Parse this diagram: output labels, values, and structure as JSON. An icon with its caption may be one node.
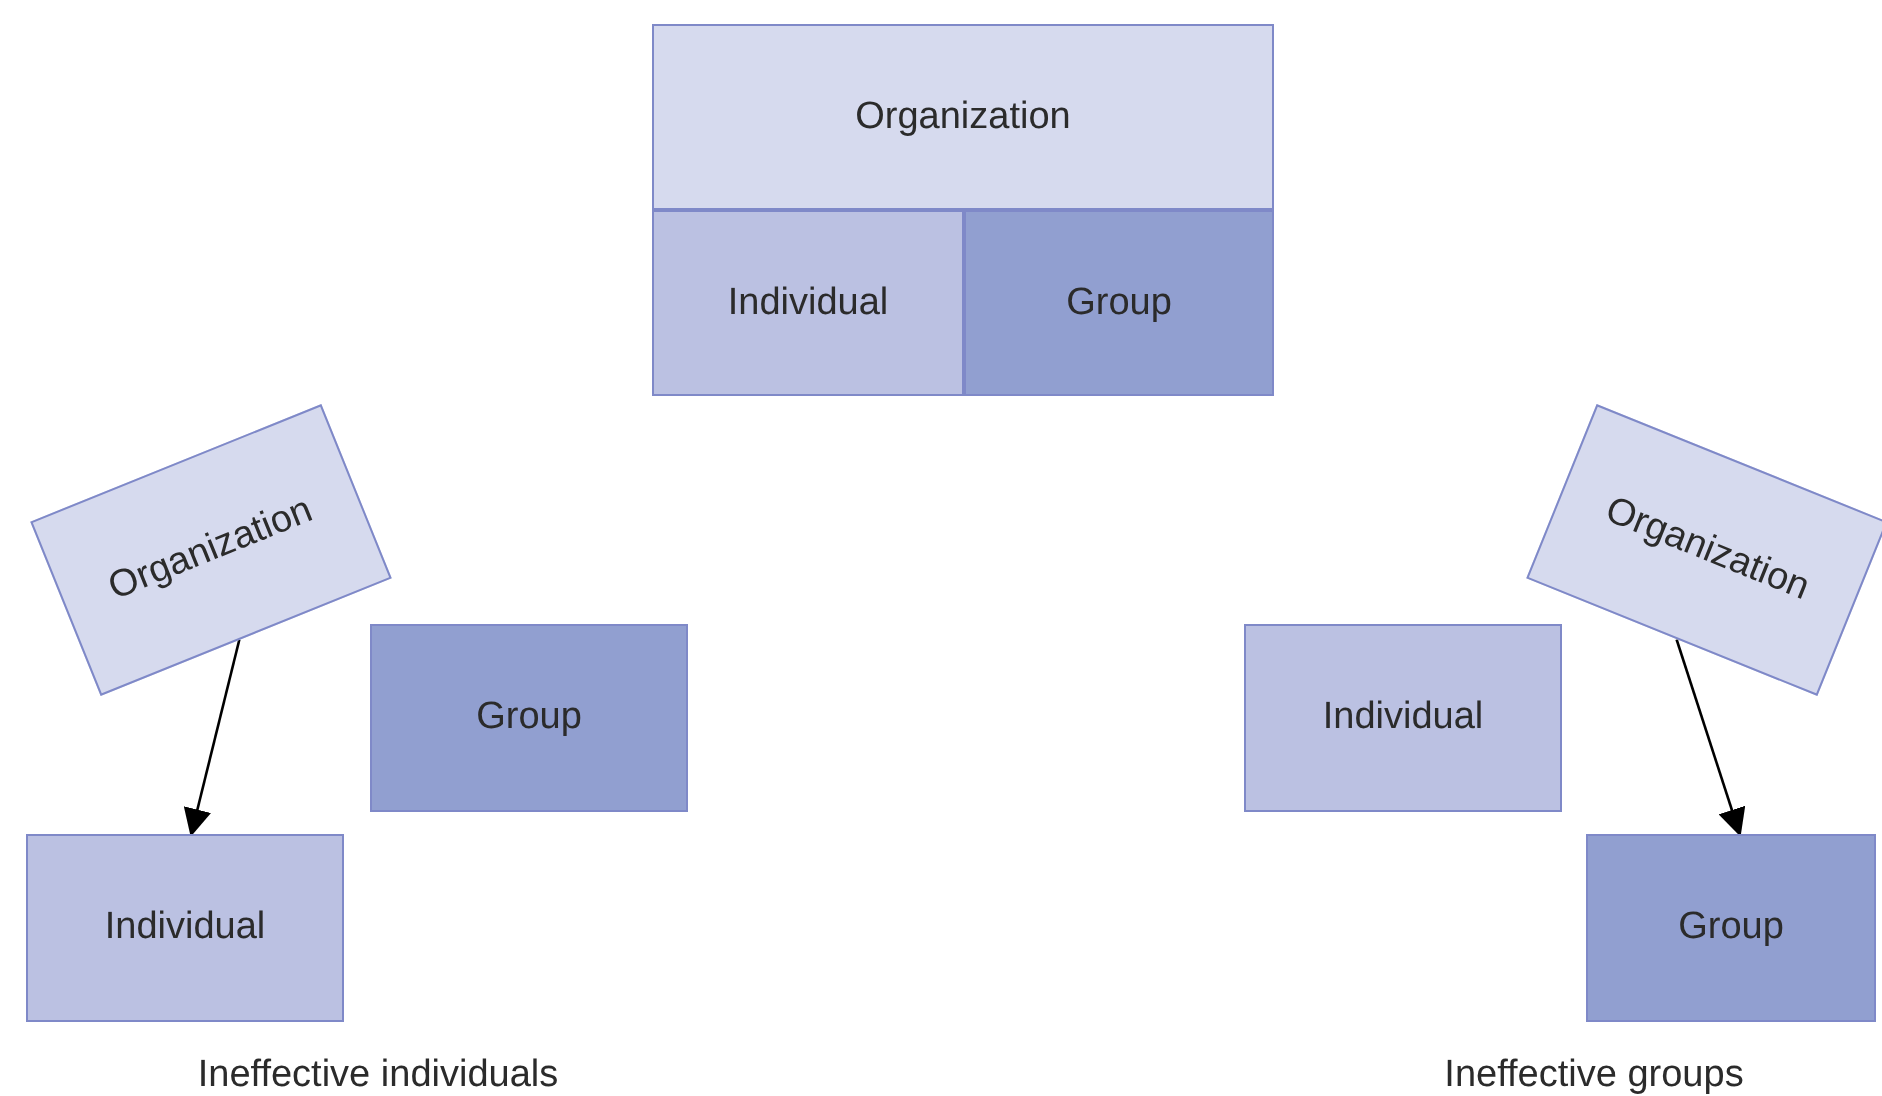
{
  "diagram": {
    "nodes": [
      {
        "text": [
          "Organization"
        ]
      },
      {
        "text": [
          "Individual"
        ]
      },
      {
        "text": [
          "Group"
        ]
      },
      {
        "text": [
          "Organization"
        ]
      },
      {
        "text": [
          "Group"
        ]
      },
      {
        "text": [
          "Individual"
        ]
      },
      {
        "text": [
          "Organization"
        ]
      },
      {
        "text": [
          "Individual"
        ]
      },
      {
        "text": [
          "Group"
        ]
      }
    ],
    "edges": [
      {
        "from": 3,
        "to": 5,
        "arrow": "to"
      },
      {
        "from": 6,
        "to": 8,
        "arrow": "to"
      }
    ],
    "labels": [
      "Ineffective individuals",
      "Ineffective groups"
    ]
  }
}
